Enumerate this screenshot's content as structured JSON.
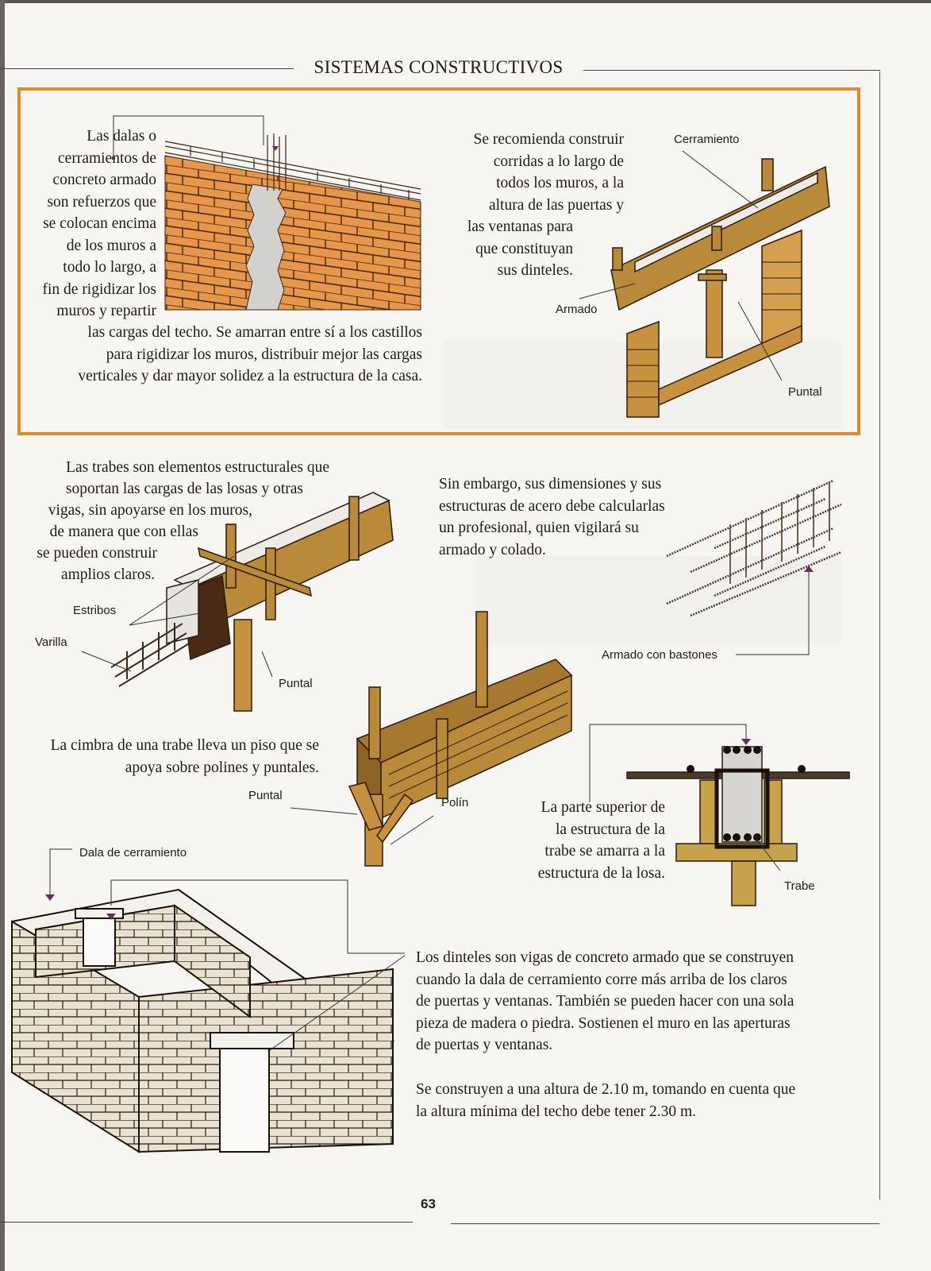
{
  "header": {
    "title": "SISTEMAS CONSTRUCTIVOS"
  },
  "section_dalas": {
    "paragraph_lines": [
      "Las dalas o",
      "cerramientos de",
      "concreto armado",
      "son refuerzos que",
      "se colocan encima",
      "de los muros a",
      "todo lo largo, a",
      "fin de rigidizar los",
      "muros y repartir"
    ],
    "paragraph_tail": [
      "las cargas del techo. Se amarran entre sí a los castillos",
      "para rigidizar los muros, distribuir mejor las cargas",
      "verticales y dar mayor solidez a la estructura de la casa."
    ]
  },
  "section_dinteles_cimbra": {
    "paragraph_lines": [
      "Se recomienda construir",
      "corridas a lo largo de",
      "todos los muros, a la",
      "altura de las puertas y",
      "las ventanas para",
      "que constituyan",
      "sus dinteles."
    ],
    "labels": {
      "cerramiento": "Cerramiento",
      "armado": "Armado",
      "puntal": "Puntal"
    }
  },
  "section_trabes": {
    "paragraph_lines": [
      "Las trabes son elementos estructurales que",
      "soportan las cargas de las losas y otras",
      "vigas, sin apoyarse en los muros,",
      "de manera que con ellas",
      "se pueden construir",
      "amplios claros."
    ],
    "labels": {
      "estribos": "Estribos",
      "varilla": "Varilla",
      "puntal": "Puntal"
    }
  },
  "section_calculo": {
    "paragraph_lines": [
      "Sin embargo, sus dimensiones y sus",
      "estructuras de acero debe calcularlas",
      "un profesional, quien vigilará su",
      "armado y colado."
    ],
    "labels": {
      "armado_bastones": "Armado con bastones"
    }
  },
  "section_cimbra_trabe": {
    "paragraph_lines": [
      "La cimbra de una trabe lleva un piso que se",
      "apoya sobre polines y puntales."
    ],
    "labels": {
      "puntal": "Puntal",
      "polin": "Polín"
    }
  },
  "section_amarre": {
    "paragraph_lines": [
      "La parte superior de",
      "la estructura de la",
      "trabe se amarra a la",
      "estructura de la losa."
    ],
    "labels": {
      "trabe": "Trabe"
    }
  },
  "section_casa": {
    "labels": {
      "dala_cerramiento": "Dala de cerramiento"
    },
    "paragraph1_lines": [
      "Los dinteles son vigas de concreto armado que se construyen",
      "cuando la dala de cerramiento corre más arriba de los claros",
      "de puertas y ventanas. También se pueden hacer con una sola",
      "pieza de madera o piedra. Sostienen el muro en las aperturas",
      "de puertas y ventanas."
    ],
    "paragraph2_lines": [
      "Se construyen a una altura de 2.10 m, tomando en cuenta que",
      "la altura mínima del techo debe tener 2.30 m."
    ]
  },
  "footer": {
    "page_number": "63"
  },
  "colors": {
    "orange_frame": "#e08a2e",
    "brick": "#e89a45",
    "wood": "#b98a3a",
    "concrete": "#d8d6d3",
    "leader_purple": "#6b2b5c"
  }
}
